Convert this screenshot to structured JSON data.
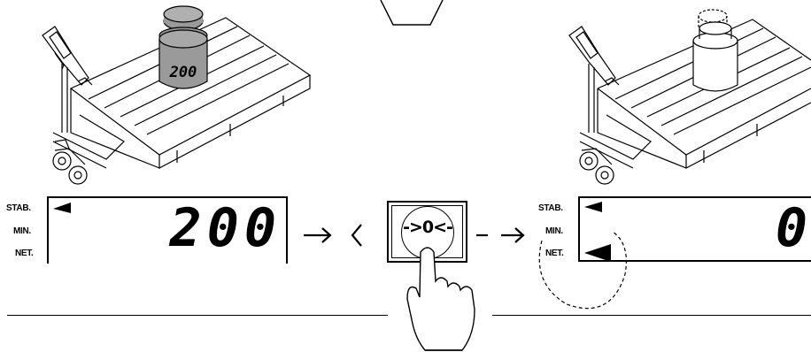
{
  "weight_label": "200",
  "left_display": {
    "labels": {
      "stab": "STAB.",
      "min": "MIN.",
      "net": "NET."
    },
    "reading": "200"
  },
  "zero_key": {
    "label": "->0<-"
  },
  "right_display": {
    "labels": {
      "stab": "STAB.",
      "min": "MIN.",
      "net": "NET."
    },
    "reading": "0"
  },
  "colors": {
    "ink": "#000000",
    "weight_fill": "#9a9a9a",
    "paper": "#ffffff"
  },
  "icons": [
    "pallet-truck-icon",
    "test-weight-icon",
    "finger-press-icon",
    "arrow-right-icon",
    "dashed-circle-highlight"
  ]
}
